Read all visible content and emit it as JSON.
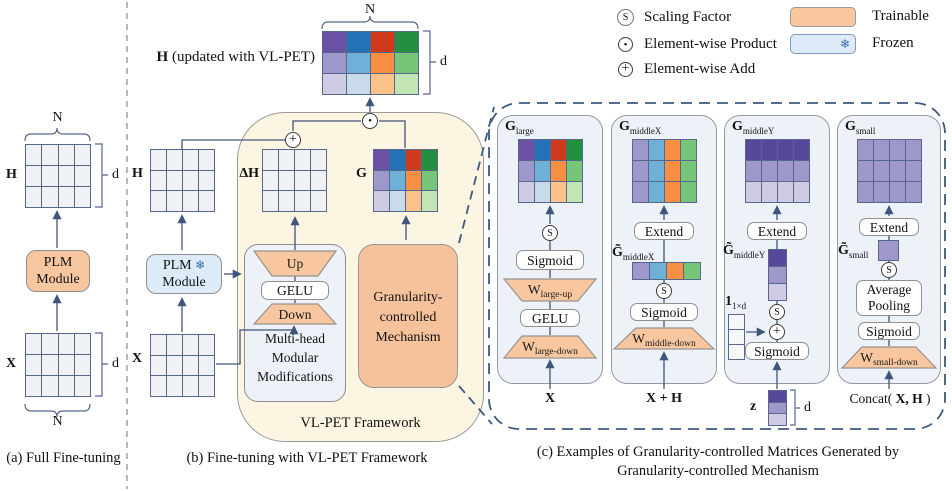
{
  "legend": {
    "scaling_factor_label": "Scaling Factor",
    "product_label": "Element-wise Product",
    "add_label": "Element-wise Add",
    "trainable_label": "Trainable",
    "frozen_label": "Frozen",
    "icons": {
      "scaling": "S",
      "product": "•",
      "add": "+",
      "snowflake": "❄"
    },
    "colors": {
      "trainable": "#f8c7a0",
      "frozen": "#dcebf7"
    }
  },
  "panel_a": {
    "caption": "(a) Full Fine-tuning",
    "h": "H",
    "x": "X",
    "n_top": "N",
    "n_bottom": "N",
    "d_top": "d",
    "d_bottom": "d",
    "plm": {
      "line1": "PLM",
      "line2": "Module"
    }
  },
  "panel_b": {
    "caption": "(b) Fine-tuning with VL-PET Framework",
    "updated_h": {
      "bold": "H",
      "rest": " (updated with VL-PET)"
    },
    "n": "N",
    "d": "d",
    "h": "H",
    "delta_h": "ΔH",
    "g": "G",
    "x": "X",
    "plm": {
      "line1": "PLM",
      "line2": "Module",
      "snowflake": "❄"
    },
    "adapter": {
      "up": "Up",
      "gelu": "GELU",
      "down": "Down"
    },
    "multihead": {
      "line1": "Multi-head",
      "line2": "Modular",
      "line3": "Modifications"
    },
    "mechanism": {
      "line1": "Granularity-",
      "line2": "controlled",
      "line3": "Mechanism"
    },
    "framework_label": "VL-PET Framework"
  },
  "panel_c": {
    "caption_line1": "(c) Examples of Granularity-controlled Matrices Generated by",
    "caption_line2": "Granularity-controlled Mechanism",
    "large": {
      "title": "G",
      "title_sub": "large",
      "s": "S",
      "sigmoid": "Sigmoid",
      "w_up": "W",
      "w_up_sub": "large-up",
      "gelu": "GELU",
      "w_down": "W",
      "w_down_sub": "large-down",
      "input": "X"
    },
    "middlex": {
      "title": "G",
      "title_sub": "middleX",
      "extend": "Extend",
      "gtilde": "G̃",
      "gtilde_sub": "middleX",
      "s": "S",
      "sigmoid": "Sigmoid",
      "w_down": "W",
      "w_down_sub": "middle-down",
      "input": "X + H"
    },
    "middley": {
      "title": "G",
      "title_sub": "middleY",
      "extend": "Extend",
      "gtilde": "G̃",
      "gtilde_sub": "middleY",
      "ones": "1",
      "ones_sub": "1×d",
      "s": "S",
      "plus": "+",
      "sigmoid": "Sigmoid",
      "input_z": "z",
      "d": "d"
    },
    "small": {
      "title": "G",
      "title_sub": "small",
      "extend": "Extend",
      "gtilde": "G̃",
      "gtilde_sub": "small",
      "s": "S",
      "avg1": "Average",
      "avg2": "Pooling",
      "sigmoid": "Sigmoid",
      "w_down": "W",
      "w_down_sub": "small-down",
      "input_pre": "Concat(",
      "input_bold": " X, H ",
      "input_post": ")"
    }
  },
  "grids": {
    "plain": [
      [
        "#f0f1f4",
        "#f0f1f4",
        "#f0f1f4",
        "#f0f1f4"
      ],
      [
        "#f0f1f4",
        "#f0f1f4",
        "#f0f1f4",
        "#f0f1f4"
      ],
      [
        "#f0f1f4",
        "#f0f1f4",
        "#f0f1f4",
        "#f0f1f4"
      ]
    ],
    "multicolor": [
      [
        "#6b51a3",
        "#2272b5",
        "#cf3a1c",
        "#23903f"
      ],
      [
        "#9e97c9",
        "#6fb0d9",
        "#f98e45",
        "#77c578"
      ],
      [
        "#cfcbe5",
        "#c9daea",
        "#fbc28c",
        "#c3e5b6"
      ]
    ],
    "middlex": [
      [
        "#9e97c9",
        "#6fb0d9",
        "#f98e45",
        "#77c578"
      ],
      [
        "#9e97c9",
        "#6fb0d9",
        "#f98e45",
        "#77c578"
      ],
      [
        "#9e97c9",
        "#6fb0d9",
        "#f98e45",
        "#77c578"
      ]
    ],
    "middley": [
      [
        "#57489c",
        "#57489c",
        "#57489c",
        "#57489c"
      ],
      [
        "#9e97c9",
        "#9e97c9",
        "#9e97c9",
        "#9e97c9"
      ],
      [
        "#cfcbe5",
        "#cfcbe5",
        "#cfcbe5",
        "#cfcbe5"
      ]
    ],
    "small": [
      [
        "#9e97c9",
        "#9e97c9",
        "#9e97c9",
        "#9e97c9"
      ],
      [
        "#9e97c9",
        "#9e97c9",
        "#9e97c9",
        "#9e97c9"
      ],
      [
        "#9e97c9",
        "#9e97c9",
        "#9e97c9",
        "#9e97c9"
      ]
    ],
    "gtilde_middlex": [
      [
        "#9e97c9",
        "#6fb0d9",
        "#f98e45",
        "#77c578"
      ]
    ],
    "gtilde_middley": [
      [
        "#57489c"
      ],
      [
        "#9e97c9"
      ],
      [
        "#cfcbe5"
      ]
    ],
    "gtilde_small": [
      [
        "#9e97c9"
      ]
    ],
    "ones": [
      [
        "#f7f8fa"
      ],
      [
        "#f7f8fa"
      ],
      [
        "#f7f8fa"
      ]
    ],
    "z": [
      [
        "#57489c"
      ],
      [
        "#9e97c9"
      ],
      [
        "#cfcbe5"
      ]
    ]
  }
}
